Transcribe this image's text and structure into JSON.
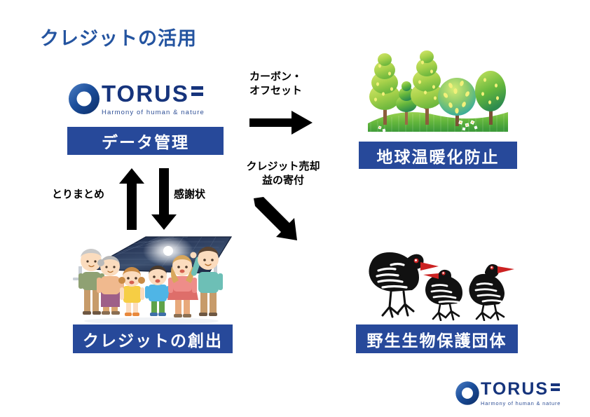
{
  "slide": {
    "title": "クレジットの活用",
    "title_color": "#2454A0",
    "background": "#ffffff",
    "box_color": "#27499A"
  },
  "boxes": {
    "data_management": "データ管理",
    "credit_creation": "クレジットの創出",
    "global_warming_prevention": "地球温暖化防止",
    "wildlife_protection": "野生生物保護団体"
  },
  "arrows": {
    "carbon_offset": {
      "label_line1": "カーボン・",
      "label_line2": "オフセット",
      "direction": "right",
      "color": "#000000"
    },
    "credit_donation": {
      "label_line1": "クレジット売却",
      "label_line2": "益の寄付",
      "direction": "down-right",
      "color": "#000000"
    },
    "aggregation": {
      "label": "とりまとめ",
      "direction": "up",
      "color": "#000000"
    },
    "thank_you_letter": {
      "label": "感謝状",
      "direction": "down",
      "color": "#000000"
    }
  },
  "logo": {
    "wordmark": "TORUS",
    "tagline": "Harmony of human & nature",
    "mark_color": "#1B4E9B",
    "text_color": "#16347C"
  },
  "illustrations": {
    "forest": "forest-trees-illustration",
    "birds": "wild-birds-illustration",
    "solar": "family-solar-panel-illustration"
  }
}
